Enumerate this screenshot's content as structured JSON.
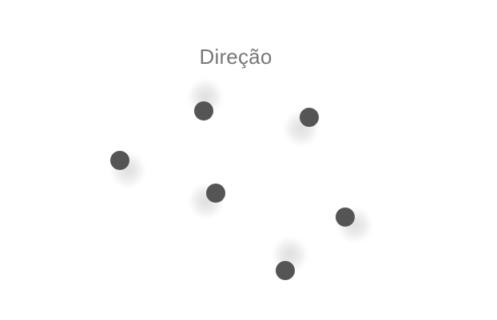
{
  "title": "Direção",
  "colors": {
    "dot": "#555555",
    "title": "#777777",
    "background": "#ffffff"
  },
  "dots": [
    {
      "name": "dot-1",
      "shadow": "up"
    },
    {
      "name": "dot-2",
      "shadow": "down-left"
    },
    {
      "name": "dot-3",
      "shadow": "down-right"
    },
    {
      "name": "dot-4",
      "shadow": "down-left"
    },
    {
      "name": "dot-5",
      "shadow": "down-right"
    },
    {
      "name": "dot-6",
      "shadow": "up"
    }
  ]
}
